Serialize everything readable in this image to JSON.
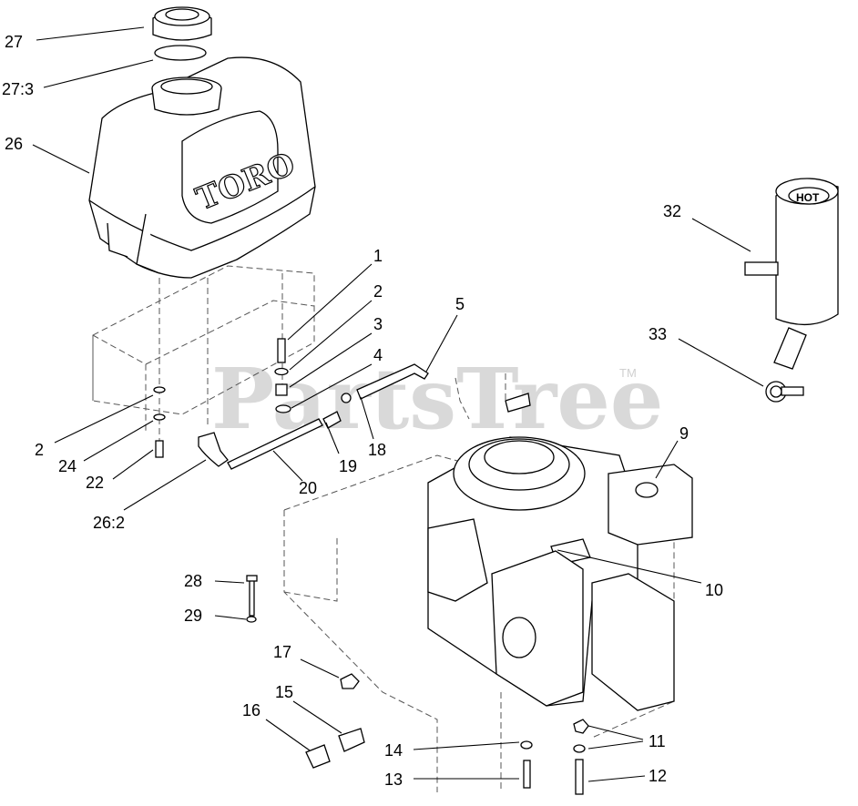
{
  "diagram": {
    "watermark": "PartsTree",
    "watermark_tm": "TM",
    "tank_logo": "TORO",
    "muffler_label": "HOT",
    "callouts": {
      "c27": "27",
      "c27_3": "27:3",
      "c26": "26",
      "c1": "1",
      "c2a": "2",
      "c3": "3",
      "c4": "4",
      "c5": "5",
      "c32": "32",
      "c33": "33",
      "c2b": "2",
      "c24": "24",
      "c22": "22",
      "c26_2": "26:2",
      "c20": "20",
      "c19": "19",
      "c18": "18",
      "c9": "9",
      "c10": "10",
      "c28": "28",
      "c29": "29",
      "c17": "17",
      "c15": "15",
      "c16": "16",
      "c14": "14",
      "c13": "13",
      "c11": "11",
      "c12": "12"
    }
  }
}
